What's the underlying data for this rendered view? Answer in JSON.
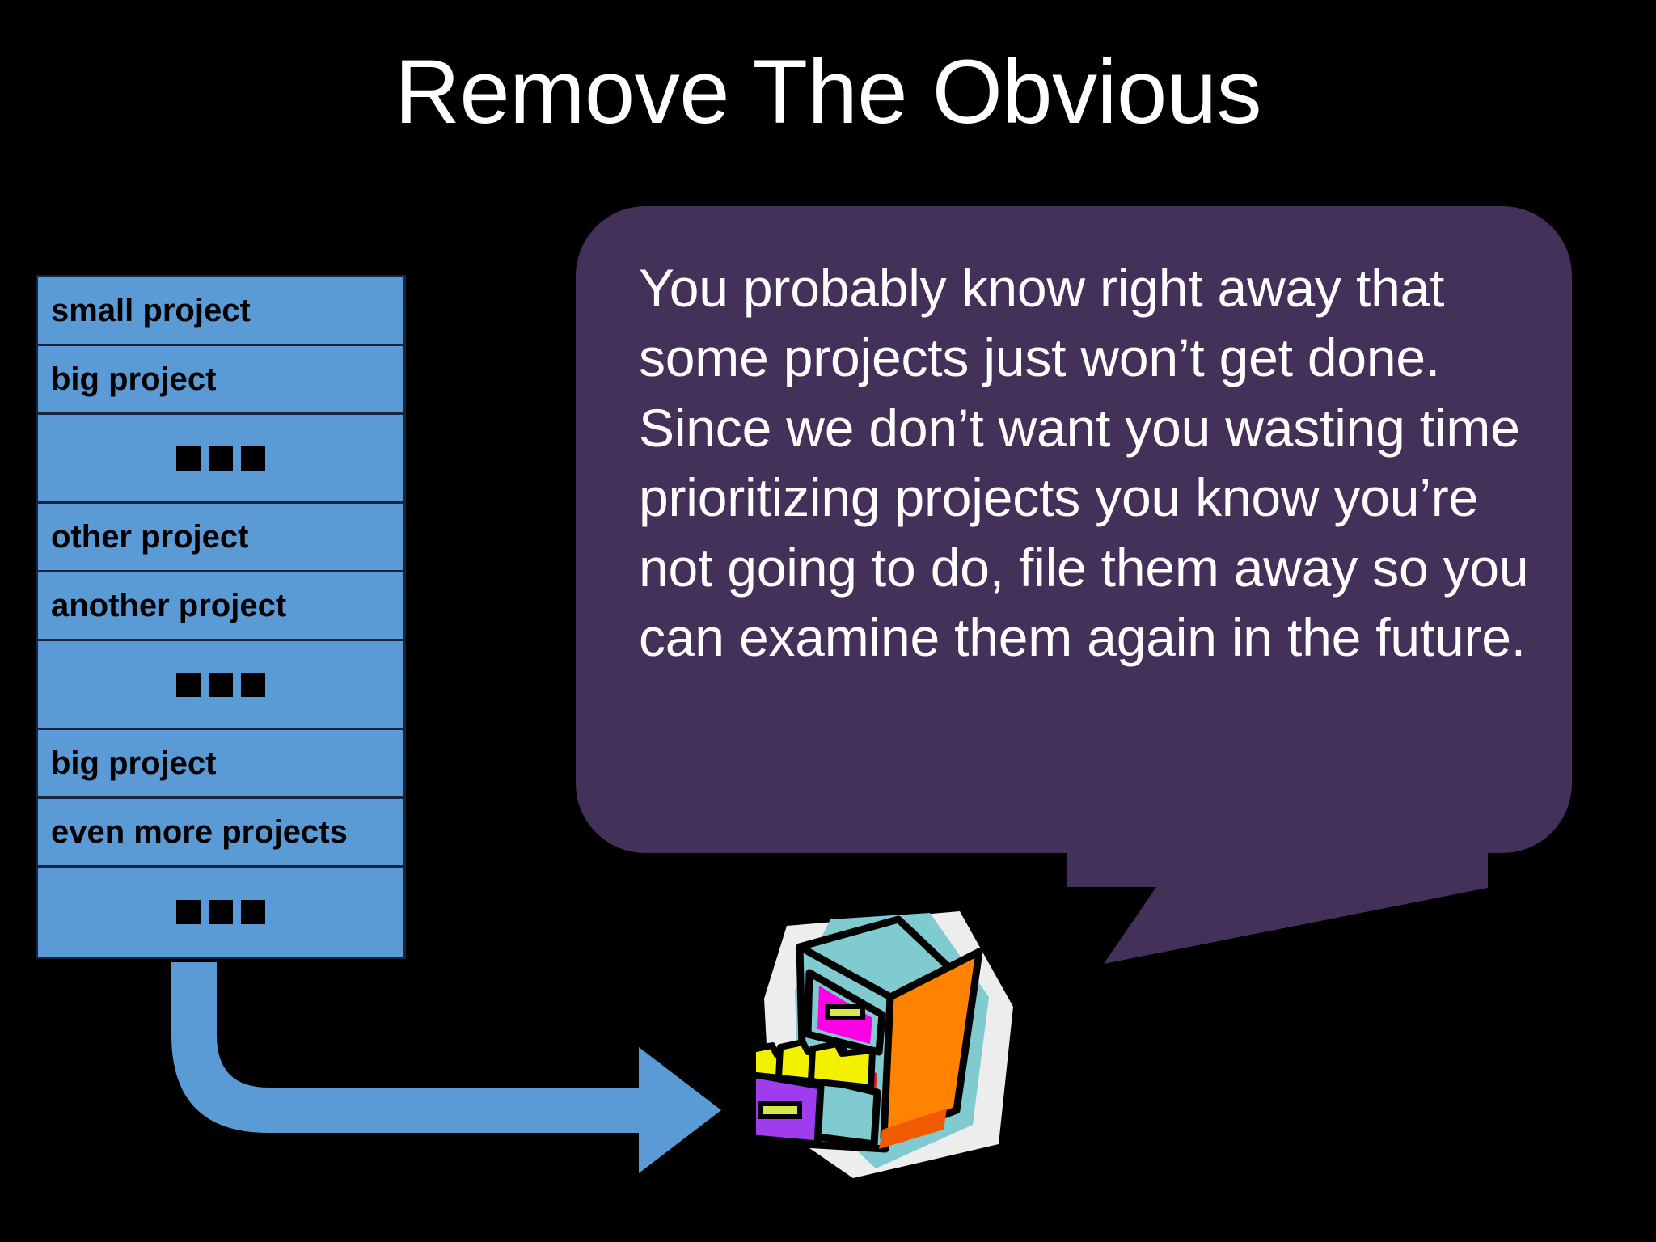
{
  "slide": {
    "title": "Remove The Obvious",
    "background_color": "#000000"
  },
  "colors": {
    "list_fill": "#5B9BD5",
    "list_border": "#18233C",
    "bubble_fill": "#443159",
    "arrow_fill": "#5B9BD5",
    "title_color": "#FFFFFF",
    "bubble_text_color": "#FFFFFF",
    "label_color": "#000000"
  },
  "project_list": {
    "name": "project-list",
    "rows": [
      {
        "type": "text",
        "label": "small project"
      },
      {
        "type": "text",
        "label": "big project"
      },
      {
        "type": "dots",
        "label": ""
      },
      {
        "type": "text",
        "label": "other project"
      },
      {
        "type": "text",
        "label": "another project"
      },
      {
        "type": "dots",
        "label": ""
      },
      {
        "type": "text",
        "label": "big project"
      },
      {
        "type": "text",
        "label": "even more projects"
      },
      {
        "type": "dots",
        "label": ""
      }
    ]
  },
  "speech_bubble": {
    "text": "You probably know right away that some projects just won’t get done. Since we don’t want you wasting time prioritizing projects you know you’re not going to do, file them away so you can examine them again in the future."
  },
  "clipart": {
    "name": "filing-cabinet",
    "colors": {
      "backdrop_white": "#EDEDEE",
      "backdrop_teal": "#7FCBD0",
      "body_teal": "#7FCBD0",
      "side_orange": "#FF8200",
      "drawer_magenta": "#FF00E6",
      "drawer_purple": "#A03CF0",
      "folder_yellow": "#F2F200",
      "folder_red": "#E02020",
      "handle_yellow": "#D7E84A",
      "outline": "#000000"
    }
  },
  "arrow": {
    "name": "flow-arrow",
    "direction": "right"
  }
}
